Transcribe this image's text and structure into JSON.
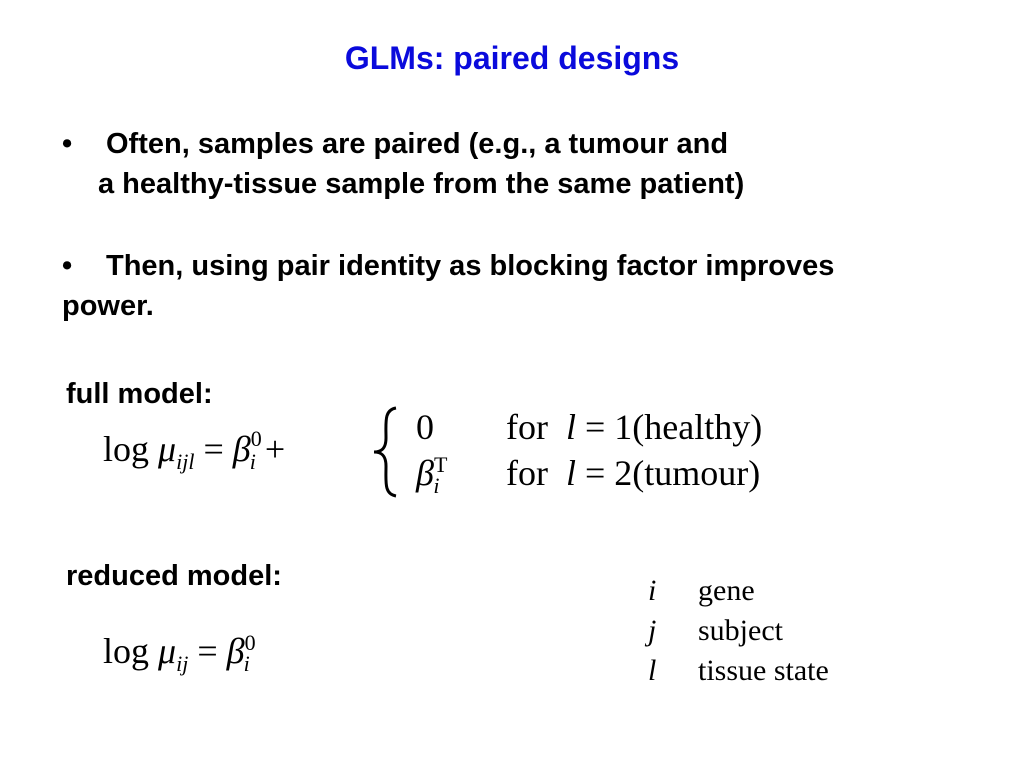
{
  "title": "GLMs: paired designs",
  "bullets": [
    {
      "line1": "Often, samples are paired (e.g., a tumour and",
      "line2": "a healthy-tissue sample from the same patient)"
    },
    {
      "line1": "Then, using pair identity as blocking factor improves",
      "line2": "power."
    }
  ],
  "bullet_char": "•",
  "full_model": {
    "label": "full model:",
    "lhs": "log μijl = β0i +",
    "case1": {
      "value": "0",
      "cond": "for  l = 1(healthy)"
    },
    "case2": {
      "value": "βiT",
      "cond": "for  l = 2(tumour)"
    }
  },
  "reduced_model": {
    "label": "reduced model:",
    "formula": "log μij = β0i"
  },
  "legend": [
    {
      "symbol": "i",
      "meaning": "gene"
    },
    {
      "symbol": "j",
      "meaning": "subject"
    },
    {
      "symbol": "l",
      "meaning": "tissue state"
    }
  ]
}
